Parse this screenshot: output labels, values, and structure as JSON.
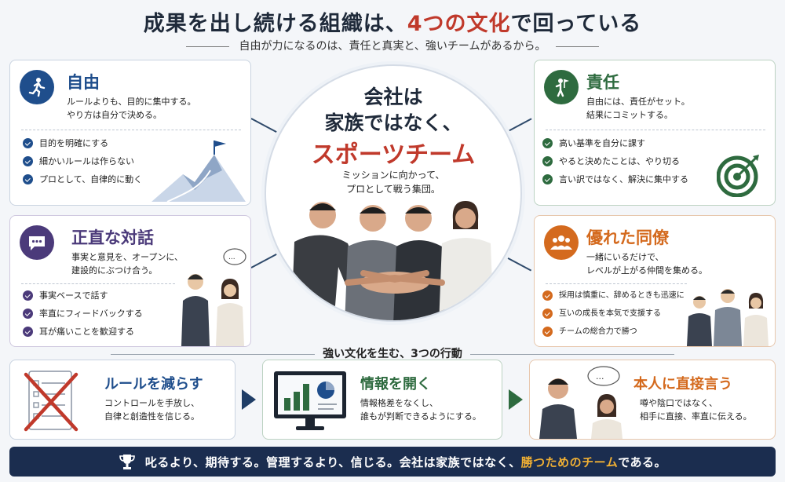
{
  "header": {
    "title_part1": "成果を出し続ける組織は、",
    "title_accent": "4つの文化",
    "title_part2": "で回っている",
    "subtitle": "自由が力になるのは、責任と真実と、強いチームがあるから。"
  },
  "center": {
    "line1": "会社は",
    "line2": "家族ではなく、",
    "line3": "スポーツチーム",
    "sub1": "ミッションに向かって、",
    "sub2": "プロとして戦う集団。"
  },
  "cards": {
    "freedom": {
      "title": "自由",
      "desc1": "ルールよりも、目的に集中する。",
      "desc2": "やり方は自分で決める。",
      "items": [
        "目的を明確にする",
        "細かいルールは作らない",
        "プロとして、自律的に動く"
      ],
      "color": "#1f4e8c"
    },
    "responsibility": {
      "title": "責任",
      "desc1": "自由には、責任がセット。",
      "desc2": "結果にコミットする。",
      "items": [
        "高い基準を自分に課す",
        "やると決めたことは、やり切る",
        "言い訳ではなく、解決に集中する"
      ],
      "color": "#2e6b3f"
    },
    "dialogue": {
      "title": "正直な対話",
      "desc1": "事実と意見を、オープンに、",
      "desc2": "建設的にぶつけ合う。",
      "items": [
        "事実ベースで話す",
        "率直にフィードバックする",
        "耳が痛いことを歓迎する"
      ],
      "color": "#4b3a7a"
    },
    "colleagues": {
      "title": "優れた同僚",
      "desc1": "一緒にいるだけで、",
      "desc2": "レベルが上がる仲間を集める。",
      "items": [
        "採用は慎重に、辞めるときも迅速に",
        "互いの成長を本気で支援する",
        "チームの総合力で勝つ"
      ],
      "color": "#d46a1e"
    }
  },
  "actions": {
    "label": "強い文化を生む、3つの行動",
    "reduce": {
      "title": "ルールを減らす",
      "desc1": "コントロールを手放し、",
      "desc2": "自律と創造性を信じる。",
      "color": "#1f4e8c"
    },
    "open": {
      "title": "情報を開く",
      "desc1": "情報格差をなくし、",
      "desc2": "誰もが判断できるようにする。",
      "color": "#2e6b3f"
    },
    "direct": {
      "title": "本人に直接言う",
      "desc1": "噂や陰口ではなく、",
      "desc2": "相手に直接、率直に伝える。",
      "color": "#d46a1e"
    }
  },
  "footer": {
    "part1": "叱るより、期待する。管理するより、信じる。会社は家族ではなく、",
    "gold": "勝つためのチーム",
    "part2": "である。"
  },
  "speech_bubble": "..."
}
